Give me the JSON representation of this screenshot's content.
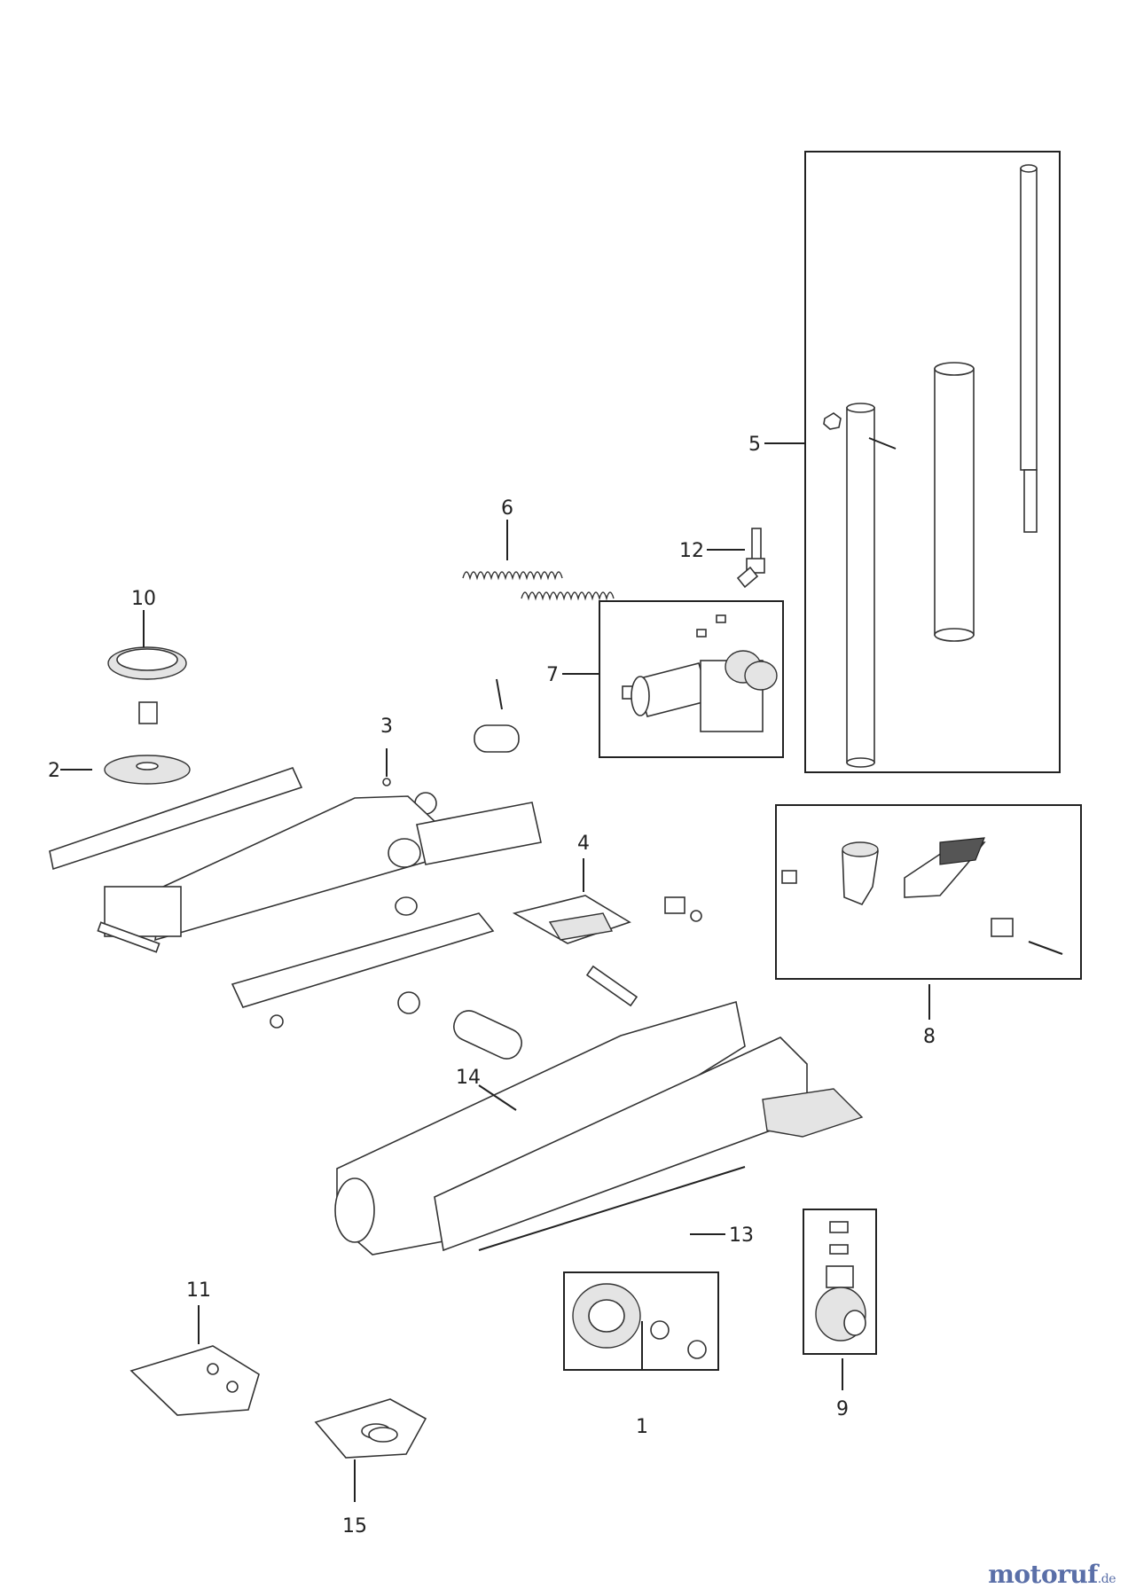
{
  "callouts": [
    {
      "id": "1",
      "label": "1"
    },
    {
      "id": "2",
      "label": "2"
    },
    {
      "id": "3",
      "label": "3"
    },
    {
      "id": "4",
      "label": "4"
    },
    {
      "id": "5",
      "label": "5"
    },
    {
      "id": "6",
      "label": "6"
    },
    {
      "id": "7",
      "label": "7"
    },
    {
      "id": "8",
      "label": "8"
    },
    {
      "id": "9",
      "label": "9"
    },
    {
      "id": "10",
      "label": "10"
    },
    {
      "id": "11",
      "label": "11"
    },
    {
      "id": "12",
      "label": "12"
    },
    {
      "id": "13",
      "label": "13"
    },
    {
      "id": "14",
      "label": "14"
    },
    {
      "id": "15",
      "label": "15"
    }
  ],
  "watermark": {
    "brand": "motoruf",
    "tld": ".de",
    "color": "#5a6fa8"
  }
}
